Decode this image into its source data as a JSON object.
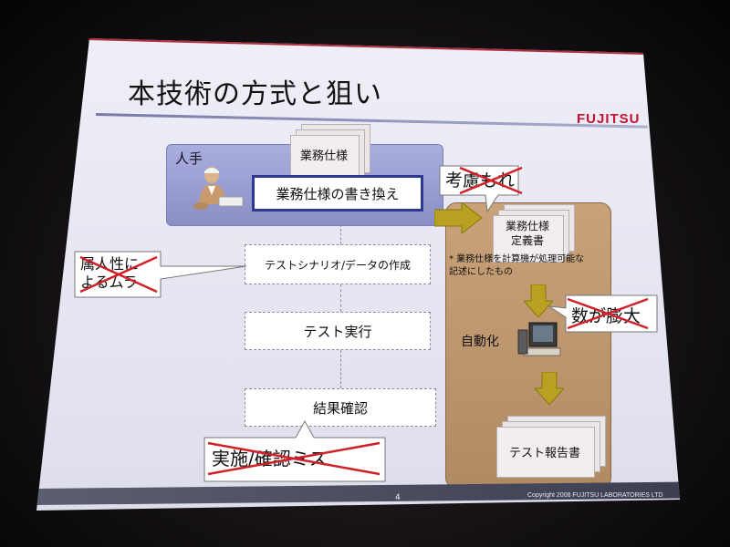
{
  "slide": {
    "title": "本技術の方式と狙い",
    "logo": "FUJITSU",
    "page_number": "4",
    "copyright": "Copyright 2008 FUJITSU LABORATORIES LTD"
  },
  "manual": {
    "label": "人手",
    "spec_doc": "業務仕様",
    "rewrite": "業務仕様の書き換え"
  },
  "steps": [
    {
      "label": "テストシナリオ/データの作成"
    },
    {
      "label": "テスト実行"
    },
    {
      "label": "結果確認"
    }
  ],
  "automation": {
    "definition_doc": "業務仕様\n定義書",
    "note": "* 業務仕様を計算機が処理可能な\n記述にしたもの",
    "label": "自動化",
    "report_doc": "テスト報告書"
  },
  "problems": {
    "omission": "考慮もれ",
    "person_dependency": "属人性に\nよるムラ",
    "explosion": "数が膨大",
    "mistake": "実施/確認ミス"
  },
  "colors": {
    "manual_panel": "#9a9ed2",
    "auto_panel": "#c09a72",
    "cross": "#d0202a",
    "logo": "#c8102e",
    "arrow": "#b8a020"
  }
}
